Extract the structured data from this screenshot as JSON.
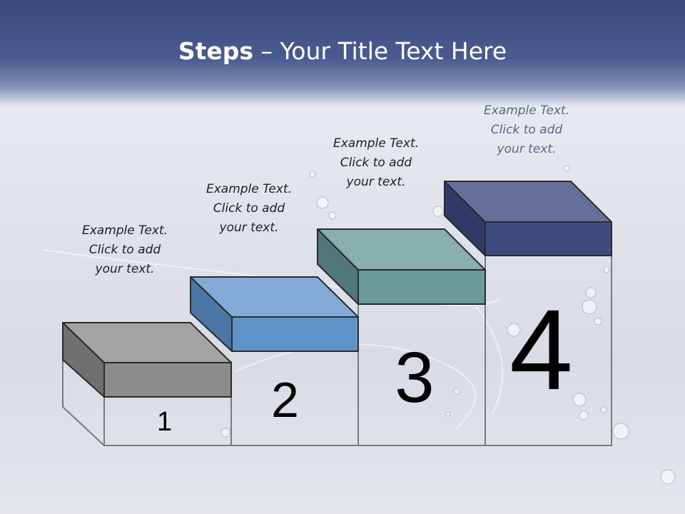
{
  "slide": {
    "title_bold": "Steps",
    "title_rest": " – Your Title Text Here"
  },
  "steps": [
    {
      "number": "1",
      "lines": [
        "Example Text.",
        "Click  to add",
        "your text."
      ],
      "colors": {
        "top": "#a3a3a3",
        "front": "#8c8c8c",
        "side": "#6f6f6f"
      }
    },
    {
      "number": "2",
      "lines": [
        "Example Text.",
        "Click  to add",
        "your text."
      ],
      "colors": {
        "top": "#82aad6",
        "front": "#5f94c8",
        "side": "#4a77a6"
      }
    },
    {
      "number": "3",
      "lines": [
        "Example Text.",
        "Click  to add",
        "your text."
      ],
      "colors": {
        "top": "#88aeae",
        "front": "#6b9a9a",
        "side": "#517878"
      }
    },
    {
      "number": "4",
      "lines": [
        "Example Text.",
        "Click  to add",
        "your text."
      ],
      "colors": {
        "top": "#66709a",
        "front": "#3e4b7e",
        "side": "#2f3a66"
      }
    }
  ]
}
